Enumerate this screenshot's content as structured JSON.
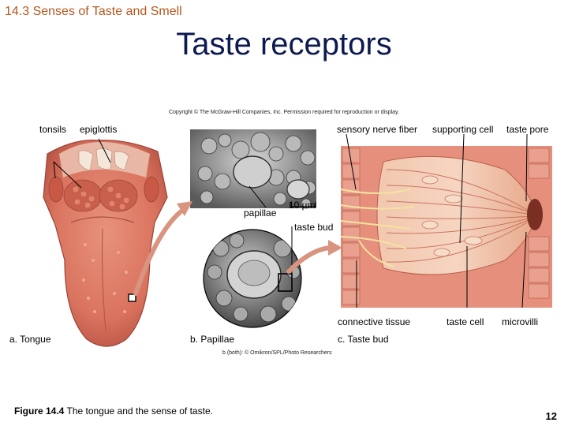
{
  "header": {
    "section": "14.3 Senses of Taste and Smell",
    "title": "Taste receptors",
    "copyright": "Copyright © The McGraw-Hill Companies, Inc. Permission required for reproduction or display."
  },
  "figure": {
    "labels": {
      "tonsils": "tonsils",
      "epiglottis": "epiglottis",
      "sensory_nerve_fiber": "sensory nerve fiber",
      "supporting_cell": "supporting cell",
      "taste_pore": "taste pore",
      "papillae": "papillae",
      "scale": "10 µm",
      "taste_bud": "taste bud",
      "connective_tissue": "connective tissue",
      "taste_cell": "taste cell",
      "microvilli": "microvilli"
    },
    "panels": {
      "a": "a. Tongue",
      "b": "b. Papillae",
      "c": "c. Taste bud"
    },
    "credit": "b (both): © Omikron/SPL/Photo Researchers"
  },
  "caption": {
    "number": "Figure 14.4",
    "text": "The tongue and the sense of taste."
  },
  "page_number": "12"
}
